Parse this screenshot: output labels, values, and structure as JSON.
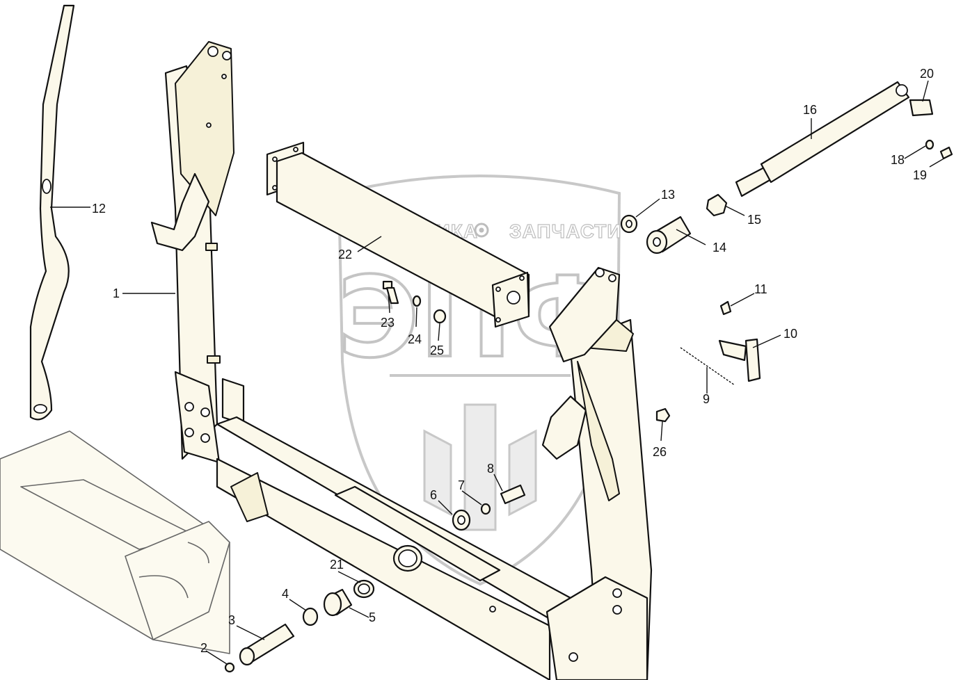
{
  "diagram": {
    "watermark": {
      "brand_left": "ТЕХНИКА",
      "brand_right": "ЗАПЧАСТИ",
      "logo_letters": "ЭПФ"
    },
    "callouts": [
      {
        "id": "c1",
        "label": "1"
      },
      {
        "id": "c2",
        "label": "2"
      },
      {
        "id": "c3",
        "label": "3"
      },
      {
        "id": "c4",
        "label": "4"
      },
      {
        "id": "c5",
        "label": "5"
      },
      {
        "id": "c6",
        "label": "6"
      },
      {
        "id": "c7",
        "label": "7"
      },
      {
        "id": "c8",
        "label": "8"
      },
      {
        "id": "c9",
        "label": "9"
      },
      {
        "id": "c10",
        "label": "10"
      },
      {
        "id": "c11",
        "label": "11"
      },
      {
        "id": "c12",
        "label": "12"
      },
      {
        "id": "c13",
        "label": "13"
      },
      {
        "id": "c14",
        "label": "14"
      },
      {
        "id": "c15",
        "label": "15"
      },
      {
        "id": "c16",
        "label": "16"
      },
      {
        "id": "c18",
        "label": "18"
      },
      {
        "id": "c19",
        "label": "19"
      },
      {
        "id": "c20",
        "label": "20"
      },
      {
        "id": "c21",
        "label": "21"
      },
      {
        "id": "c22",
        "label": "22"
      },
      {
        "id": "c23",
        "label": "23"
      },
      {
        "id": "c24",
        "label": "24"
      },
      {
        "id": "c25",
        "label": "25"
      },
      {
        "id": "c26",
        "label": "26"
      }
    ]
  }
}
